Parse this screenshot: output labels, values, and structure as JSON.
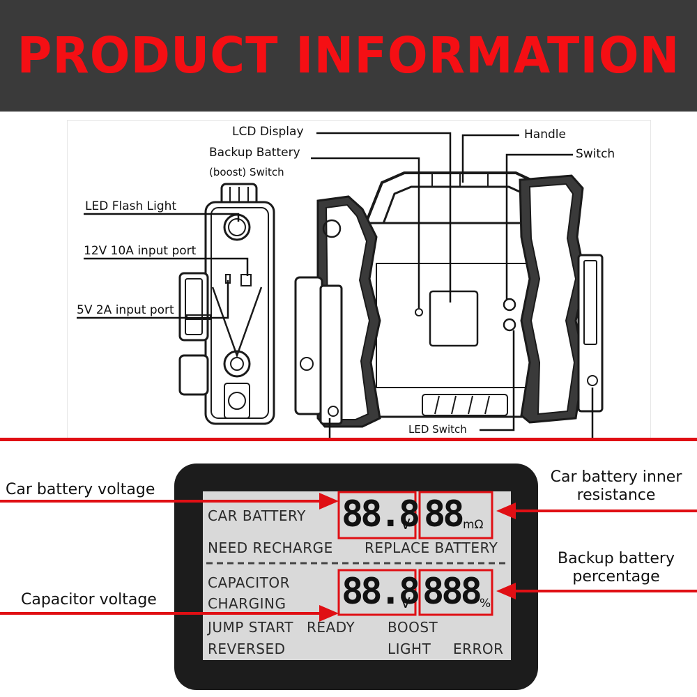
{
  "header": {
    "title": "PRODUCT INFORMATION"
  },
  "colors": {
    "accent_red": "#e00f14",
    "header_bg": "#3a3a3a",
    "lcd_screen": "#d9d9d9",
    "lcd_bezel": "#1c1c1c"
  },
  "product_labels": {
    "lcd_display": "LCD Display",
    "backup_battery": "Backup Battery",
    "boost_switch": "(boost) Switch",
    "handle": "Handle",
    "switch": "Switch",
    "led_flash_light": "LED Flash Light",
    "input_12v": "12V 10A input port",
    "input_5v": "5V 2A input port",
    "led_switch": "LED Switch"
  },
  "lcd_callouts": {
    "car_battery_voltage": "Car battery voltage",
    "capacitor_voltage": "Capacitor voltage",
    "inner_resistance_1": "Car battery inner",
    "inner_resistance_2": "resistance",
    "backup_percentage_1": "Backup battery",
    "backup_percentage_2": "percentage"
  },
  "lcd_screen": {
    "car_battery": "CAR  BATTERY",
    "need_recharge": "NEED  RECHARGE",
    "replace_battery": "REPLACE  BATTERY",
    "capacitor": "CAPACITOR",
    "charging": "CHARGING",
    "jump_start": "JUMP  START",
    "ready": "READY",
    "boost": "BOOST",
    "reversed": "REVERSED",
    "light": "LIGHT",
    "error": "ERROR",
    "voltage_digits": "88.8",
    "voltage_unit": "V",
    "resistance_digits": "88",
    "resistance_unit": "mΩ",
    "capacitor_digits": "88.8",
    "capacitor_unit": "V",
    "percent_digits": "888",
    "percent_unit": "%"
  }
}
